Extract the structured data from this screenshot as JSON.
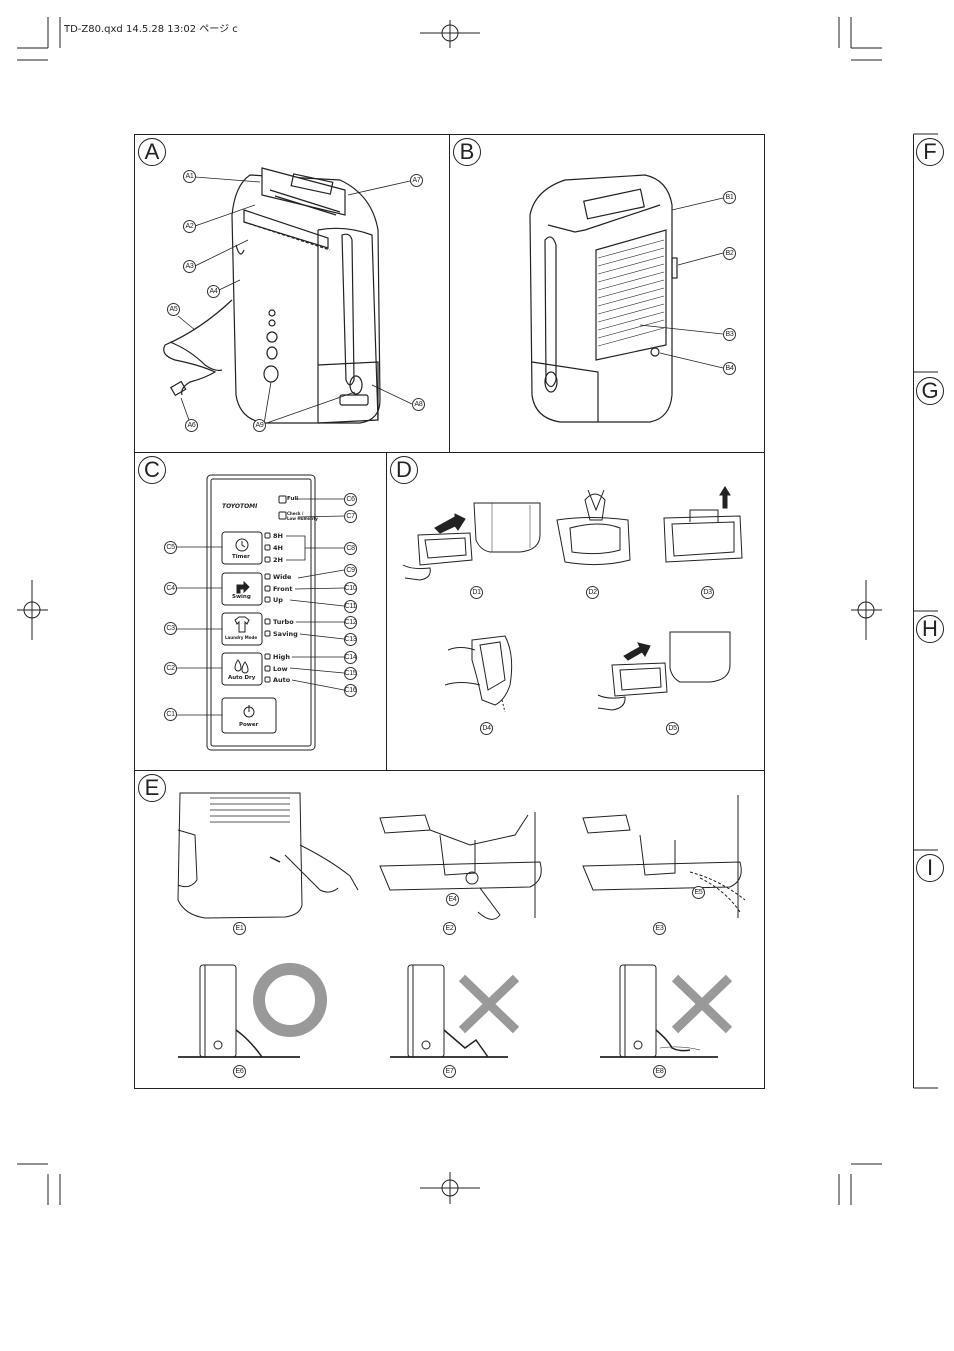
{
  "header": {
    "file_info": "TD-Z80.qxd  14.5.28 13:02  ページ c"
  },
  "sections": {
    "a": "A",
    "b": "B",
    "c": "C",
    "d": "D",
    "e": "E",
    "f": "F",
    "g": "G",
    "h": "H",
    "i": "I"
  },
  "callouts": {
    "A1": "A1",
    "A2": "A2",
    "A3": "A3",
    "A4": "A4",
    "A5": "A5",
    "A6": "A6",
    "A7": "A7",
    "A8": "A8",
    "A9": "A9",
    "B1": "B1",
    "B2": "B2",
    "B3": "B3",
    "B4": "B4",
    "C1": "C1",
    "C2": "C2",
    "C3": "C3",
    "C4": "C4",
    "C5": "C5",
    "C6": "C6",
    "C7": "C7",
    "C8": "C8",
    "C9": "C9",
    "C10": "C10",
    "C11": "C11",
    "C12": "C12",
    "C13": "C13",
    "C14": "C14",
    "C15": "C15",
    "C16": "C16",
    "D1": "D1",
    "D2": "D2",
    "D3": "D3",
    "D4": "D4",
    "D5": "D5",
    "E1": "E1",
    "E2": "E2",
    "E3": "E3",
    "E4": "E4",
    "E5": "E5",
    "E6": "E6",
    "E7": "E7",
    "E8": "E8"
  },
  "panel": {
    "brand": "TOYOTOMI",
    "timer": "Timer",
    "swing": "Swing",
    "laundry": "Laundry Mode",
    "auto_dry": "Auto Dry",
    "power": "Power",
    "h8": "8H",
    "h4": "4H",
    "h2": "2H",
    "wide": "Wide",
    "front": "Front",
    "up": "Up",
    "turbo": "Turbo",
    "saving": "Saving",
    "high": "High",
    "low": "Low",
    "auto": "Auto",
    "full": "Full",
    "check1": "Check /",
    "check2": "Low Humidity"
  }
}
